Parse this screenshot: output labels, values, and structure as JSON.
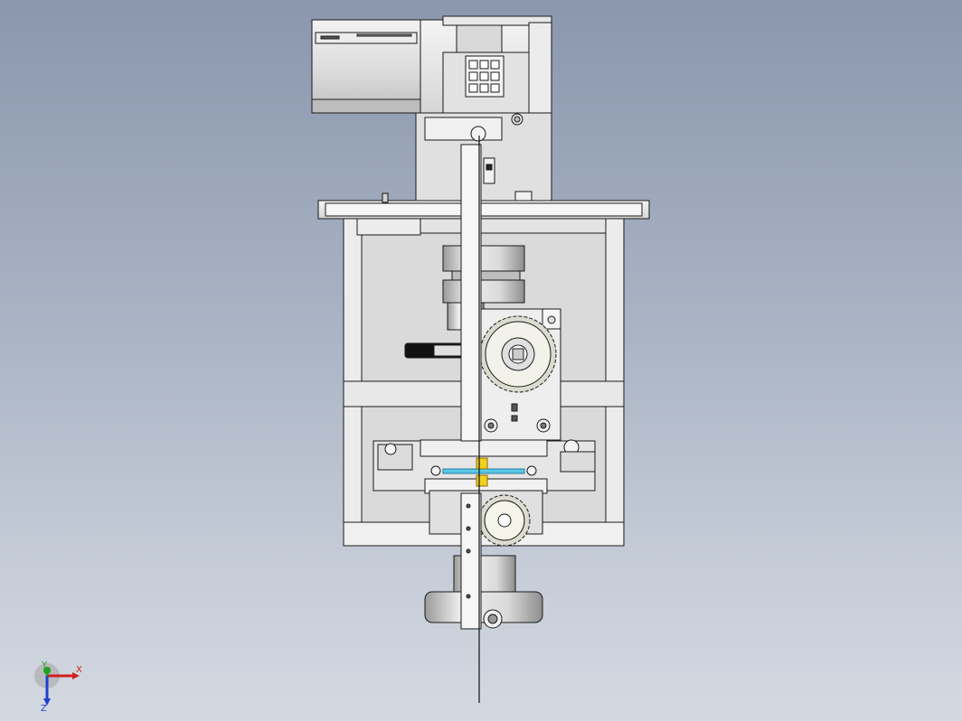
{
  "viewport": {
    "background_top": "#8a97ad",
    "background_bottom": "#d4d9e1"
  },
  "model": {
    "description_icon": "mechanical-assembly-front-view",
    "motor_nameplate": "",
    "colors": {
      "metal_light": "#e6e6e6",
      "metal_mid": "#cfcfcf",
      "metal_dark": "#9e9e9e",
      "outline": "#1a1a1a",
      "highlight_cyan": "#58c8e8",
      "highlight_yellow": "#f0d020",
      "black_rod": "#111111"
    }
  },
  "triad": {
    "x_label": "X",
    "y_label": "Y",
    "z_label": "Z",
    "x_color": "#d02020",
    "y_color": "#20a020",
    "z_color": "#2040d0"
  }
}
